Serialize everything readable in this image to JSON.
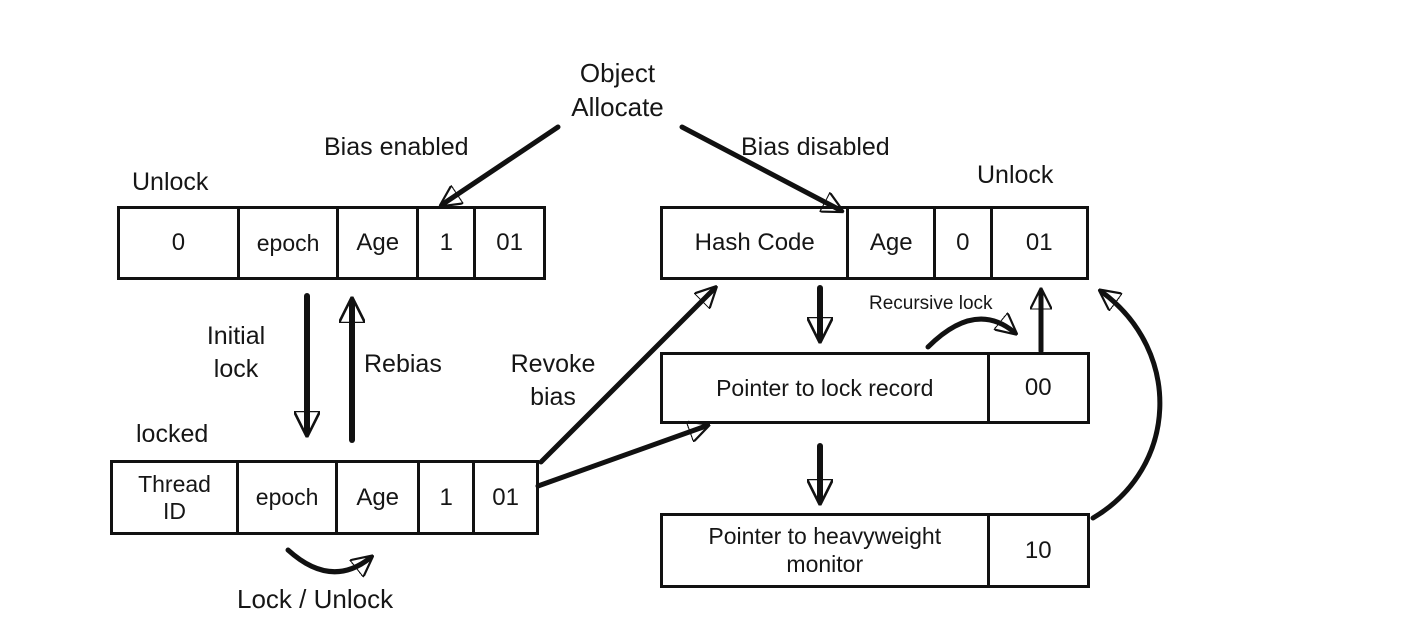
{
  "colors": {
    "line": "#111111",
    "background": "#ffffff",
    "text": "#161616"
  },
  "labels": {
    "object_allocate": "Object\nAllocate",
    "bias_enabled": "Bias enabled",
    "bias_disabled": "Bias disabled",
    "unlock_left": "Unlock",
    "unlock_right": "Unlock",
    "initial_lock": "Initial\nlock",
    "rebias": "Rebias",
    "revoke_bias": "Revoke\nbias",
    "locked": "locked",
    "recursive_lock": "Recursive lock",
    "lock_unlock": "Lock / Unlock"
  },
  "boxes": {
    "unlock_biased": {
      "cells": [
        "0",
        "epoch",
        "Age",
        "1",
        "01"
      ]
    },
    "unlock_unbiased": {
      "cells": [
        "Hash Code",
        "Age",
        "0",
        "01"
      ]
    },
    "locked_biased": {
      "cells": [
        "Thread\nID",
        "epoch",
        "Age",
        "1",
        "01"
      ]
    },
    "lightweight_locked": {
      "cells": [
        "Pointer to lock record",
        "00"
      ]
    },
    "heavyweight_locked": {
      "cells": [
        "Pointer to heavyweight\nmonitor",
        "10"
      ]
    }
  }
}
